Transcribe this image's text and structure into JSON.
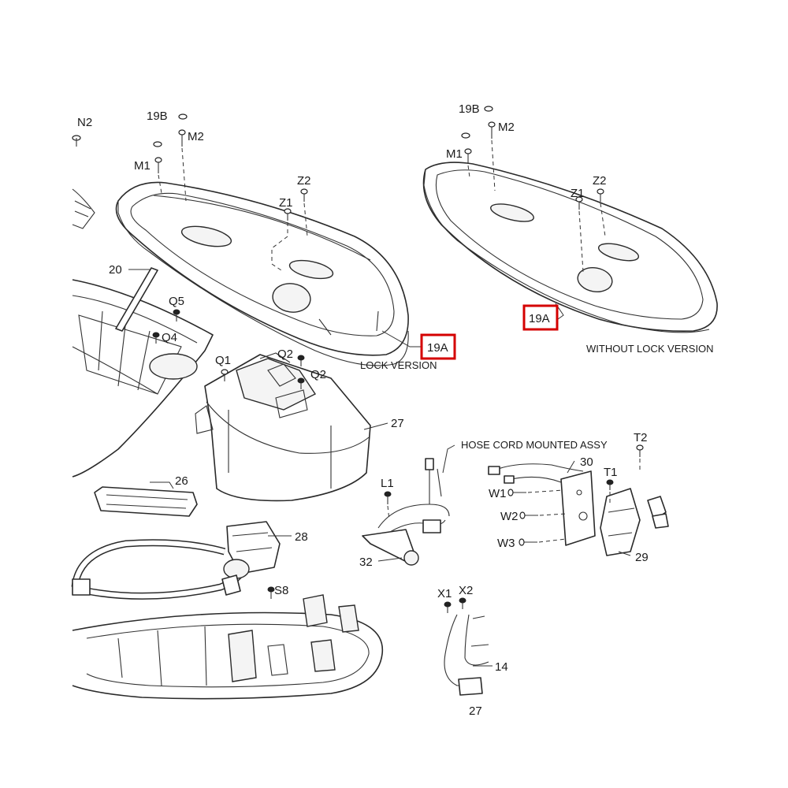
{
  "labels": {
    "n2": "N2",
    "b19_left": "19B",
    "m2_left": "M2",
    "m1_left": "M1",
    "z1_left": "Z1",
    "z2_left": "Z2",
    "b19_right": "19B",
    "m2_right": "M2",
    "m1_right": "M1",
    "z1_right": "Z1",
    "z2_right": "Z2",
    "p20": "20",
    "q5": "Q5",
    "q4": "Q4",
    "q1": "Q1",
    "q2_top": "Q2",
    "q2_bottom": "Q2",
    "a19_left": "19A",
    "a19_right": "19A",
    "lock_version": "LOCK VERSION",
    "without_lock_version": "WITHOUT LOCK VERSION",
    "p27_top": "27",
    "hose_cord": "HOSE CORD MOUNTED ASSY",
    "t2": "T2",
    "p30": "30",
    "t1": "T1",
    "p26": "26",
    "l1": "L1",
    "w1": "W1",
    "w2": "W2",
    "w3": "W3",
    "p28": "28",
    "p32": "32",
    "p29": "29",
    "s8": "S8",
    "x1": "X1",
    "x2": "X2",
    "p14": "14",
    "p27_bottom": "27"
  },
  "highlight_color": "#d40000"
}
